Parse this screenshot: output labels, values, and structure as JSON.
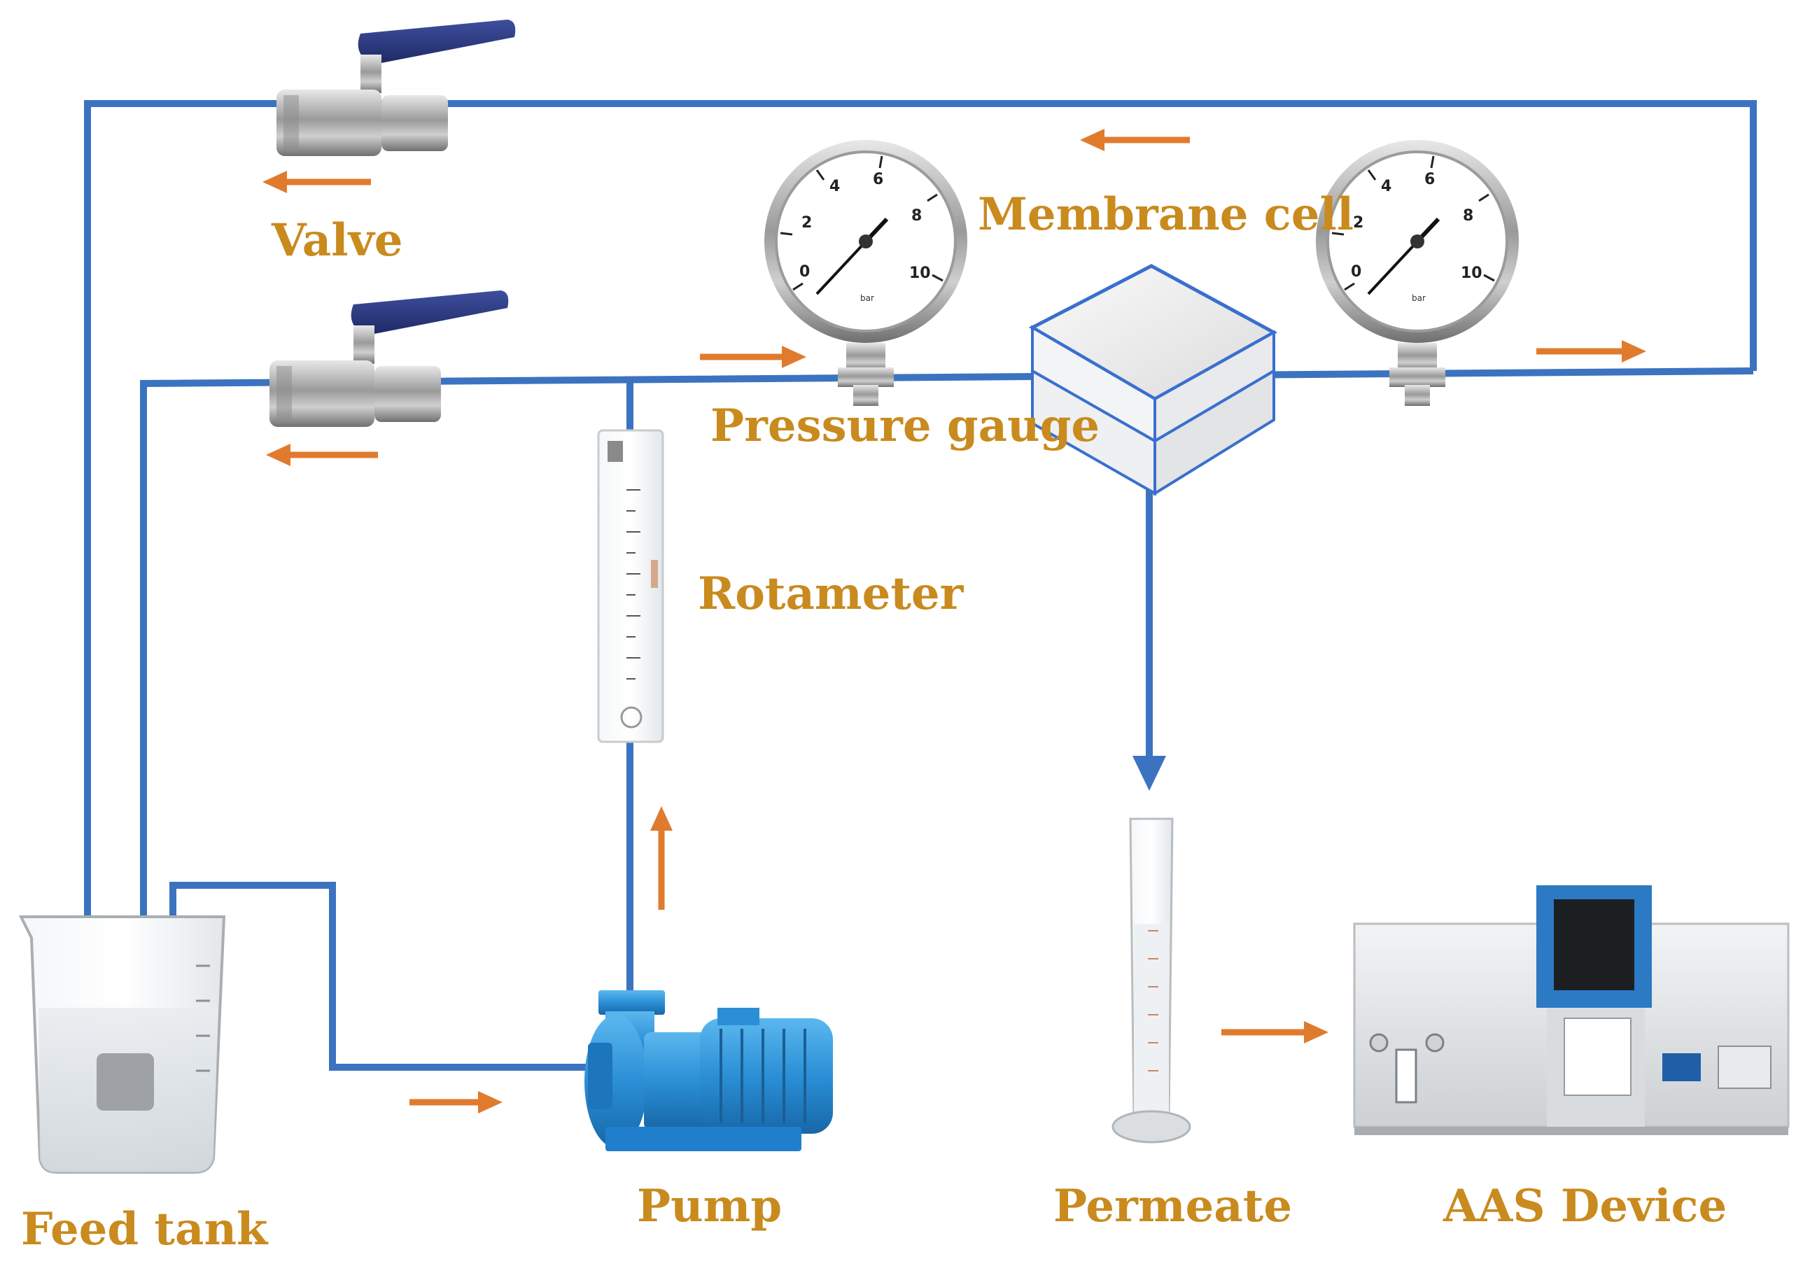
{
  "labels": {
    "valve": "Valve",
    "membrane_cell": "Membrane cell",
    "pressure_gauge": "Pressure gauge",
    "rotameter": "Rotameter",
    "feed_tank": "Feed tank",
    "pump": "Pump",
    "permeate": "Permeate",
    "aas_device": "AAS Device"
  },
  "gauge": {
    "scale": [
      "0",
      "2",
      "4",
      "6",
      "8",
      "10"
    ],
    "unit": "bar"
  },
  "colors": {
    "pipe": "#3c73c0",
    "arrow": "#e07b2e",
    "label": "#c98a1e"
  }
}
